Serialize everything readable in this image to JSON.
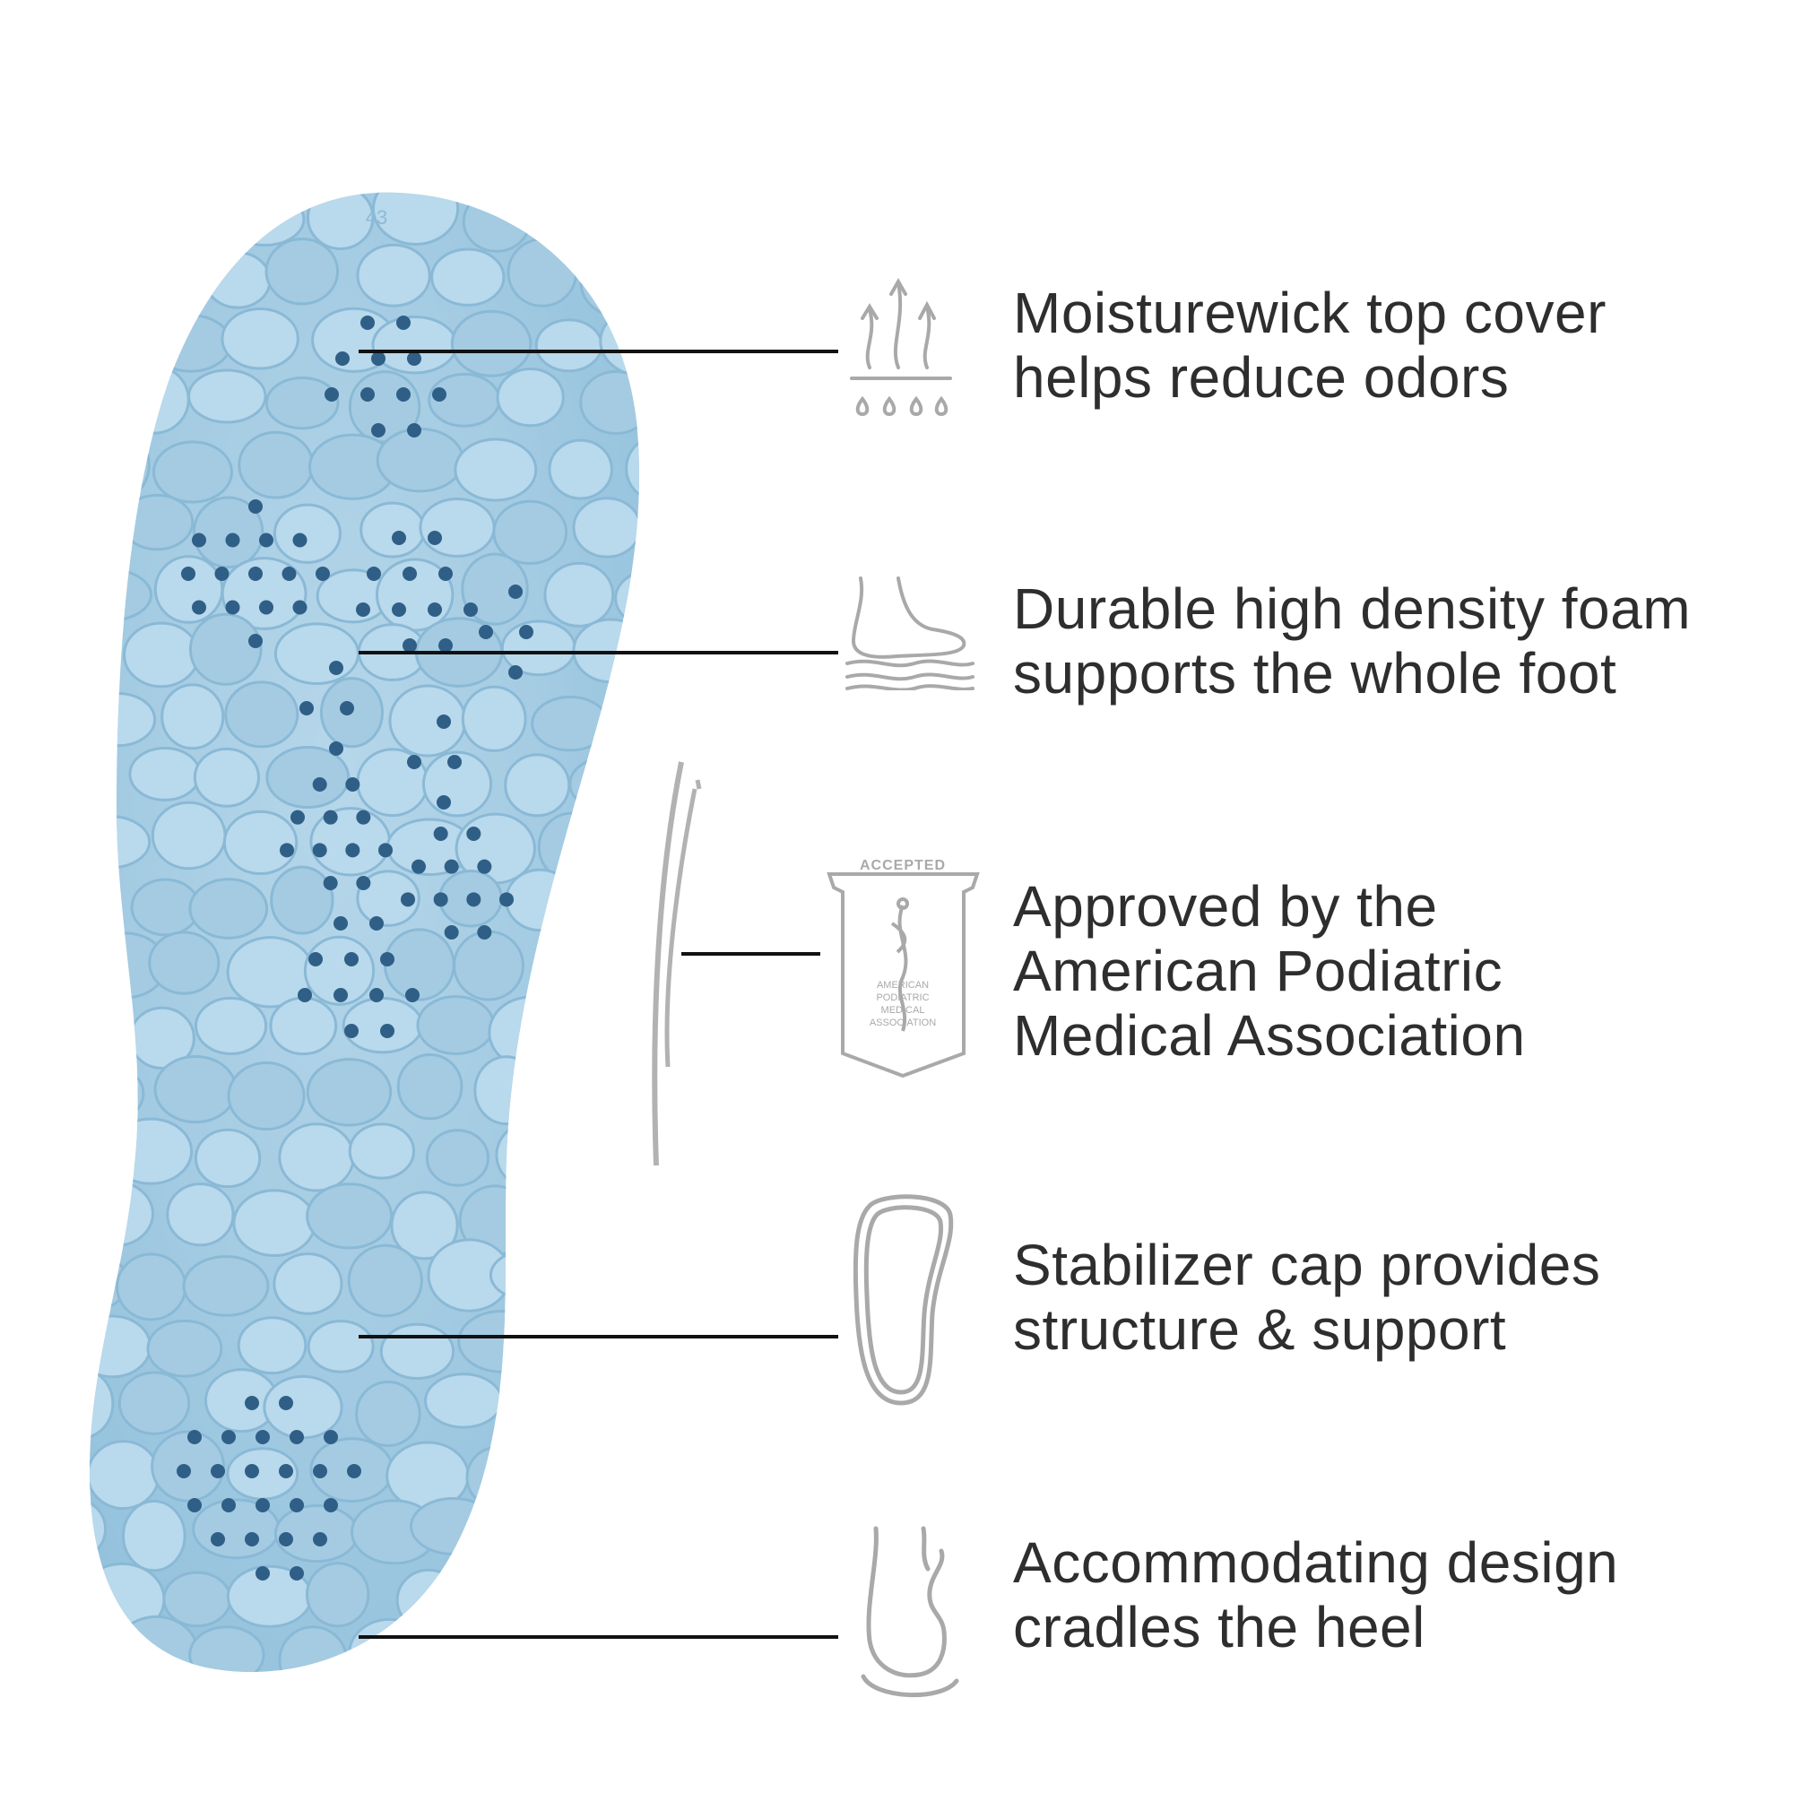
{
  "colors": {
    "insole": "#a9cde3",
    "insole_shade": "#8dbcd8",
    "holes": "#2f5f86",
    "text": "#2e2e2e",
    "icon": "#a9a9a9",
    "leader": "#111111"
  },
  "insole_size_mark": "43",
  "badge": {
    "top_text": "ACCEPTED",
    "line1": "AMERICAN",
    "line2": "PODIATRIC",
    "line3": "MEDICAL",
    "line4": "ASSOCIATION"
  },
  "features": [
    {
      "icon": "moisture-wick-icon",
      "line1": "Moisturewick top cover",
      "line2": "helps reduce odors"
    },
    {
      "icon": "foot-foam-icon",
      "line1": "Durable high density foam",
      "line2": "supports the whole foot"
    },
    {
      "icon": "apma-badge-icon",
      "line1": "Approved by the",
      "line2": "American Podiatric",
      "line3": "Medical Association"
    },
    {
      "icon": "stabilizer-cap-icon",
      "line1": "Stabilizer cap provides",
      "line2": "structure & support"
    },
    {
      "icon": "heel-cradle-icon",
      "line1": "Accommodating design",
      "line2": "cradles the heel"
    }
  ]
}
